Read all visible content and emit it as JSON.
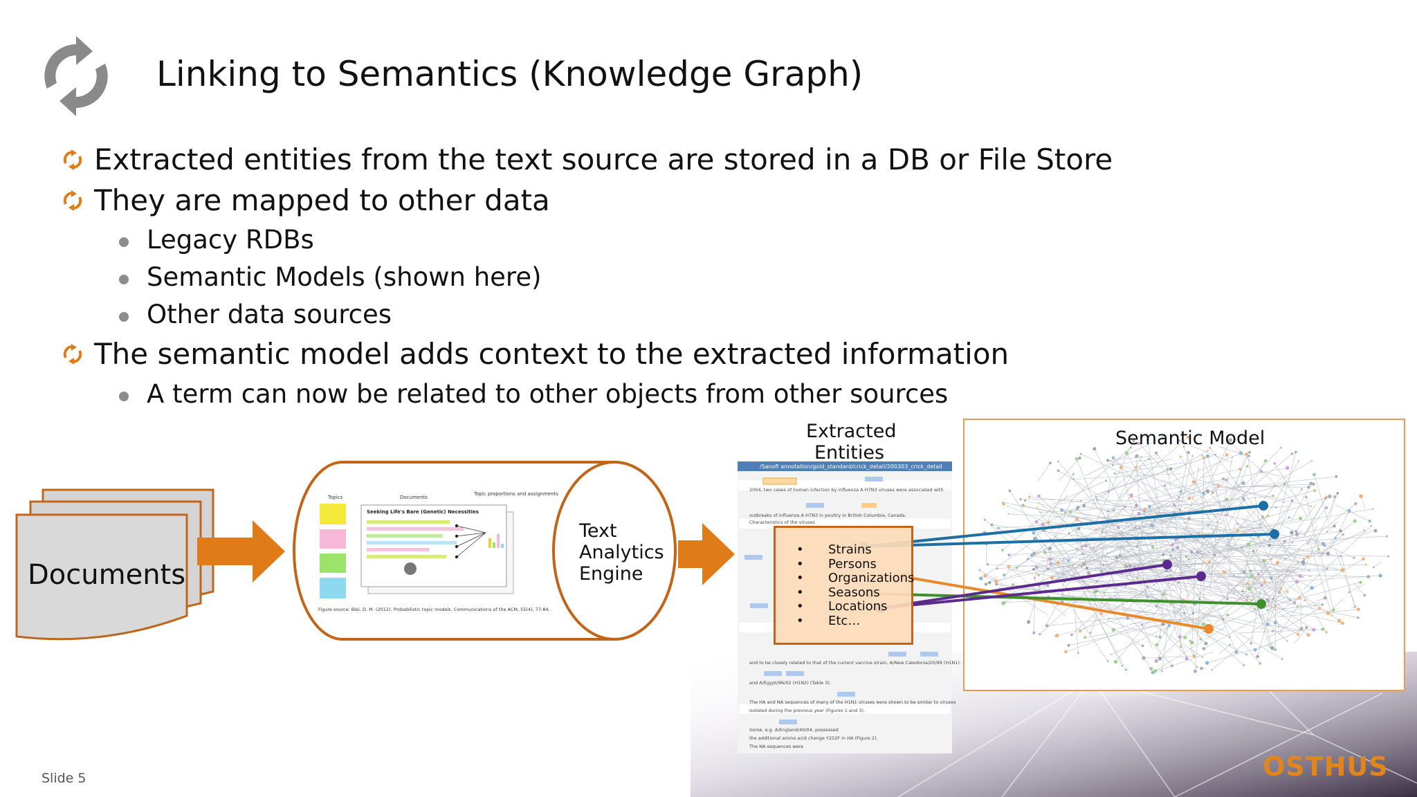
{
  "slide": {
    "title": "Linking to Semantics (Knowledge Graph)",
    "slide_number": "Slide 5",
    "brand": "OSTHUS"
  },
  "bullets": [
    {
      "text": "Extracted entities from the text source are stored in a DB or File Store",
      "sub": []
    },
    {
      "text": "They are mapped to other data",
      "sub": [
        "Legacy RDBs",
        "Semantic Models (shown here)",
        "Other data sources"
      ]
    },
    {
      "text": "The semantic model adds context to the extracted information",
      "sub": [
        "A term can now be related to other objects from other sources"
      ]
    }
  ],
  "diagram": {
    "documents_label": "Documents",
    "engine_label": "Text\nAnalytics\nEngine",
    "extracted_entities_label": "Extracted Entities",
    "semantic_model_label": "Semantic Model",
    "entities": [
      "Strains",
      "Persons",
      "Organizations",
      "Seasons",
      "Locations",
      "Etc…"
    ],
    "mini_figure": {
      "topics_label": "Topics",
      "documents_label": "Documents",
      "proportions_label": "Topic proportions and assignments",
      "paper_title": "Seeking Life's Bare (Genetic) Necessities",
      "caption": "Figure source: Blei, D. M. (2012). Probabilistic topic models. Communications of the ACM, 55(4), 77-84."
    },
    "annotation_doc": {
      "path": "/Sanofi annotation/gold_standard/crick_detail/200303_crick_detail",
      "lines": [
        "2004,       two cases        of human infection by influenza A  H7N3   viruses were associated with",
        "outbreaks of influenza A  H7N3  in poultry in British Columbia, Canada.",
        "Characteristics of the viruses",
        "and to be closely related to that of the current vaccine strain, A/New Caledonia/20/99 (H1N1).",
        "and A/Egypt/96/02 (H1N2) (Table 3).",
        "The HA and NA sequences of many of the  H1N1  viruses were shown to be similar to viruses",
        "isolated during the previous year (Figures 1 and 3).",
        "Some, e.g. A/England/40/04, possessed",
        "the additional amino acid change Y252F in HA (Figure 2).",
        "The NA sequences were"
      ]
    },
    "link_colors": {
      "strains": "#1b6fa3",
      "organizations": "#e98a2a",
      "seasons": "#3f8f2e",
      "locations": "#5a2a8c"
    }
  },
  "colors": {
    "accent": "#e07b1a",
    "diagram_stroke": "#c0651a",
    "bullet_icon": "#e07b1a"
  }
}
